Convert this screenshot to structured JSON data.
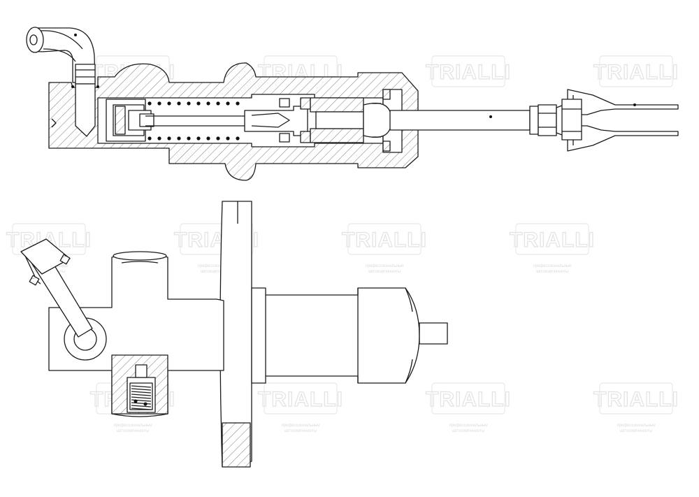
{
  "watermark": {
    "brand": "TRIALLI",
    "tagline_line1": "профессиональные",
    "tagline_line2": "автокомпоненты"
  },
  "drawing": {
    "subject": "clutch master cylinder",
    "views": [
      "longitudinal-section-view",
      "external-side-view"
    ],
    "line_color": "#1a1a1a",
    "watermark_color": "#e3e3e3"
  }
}
